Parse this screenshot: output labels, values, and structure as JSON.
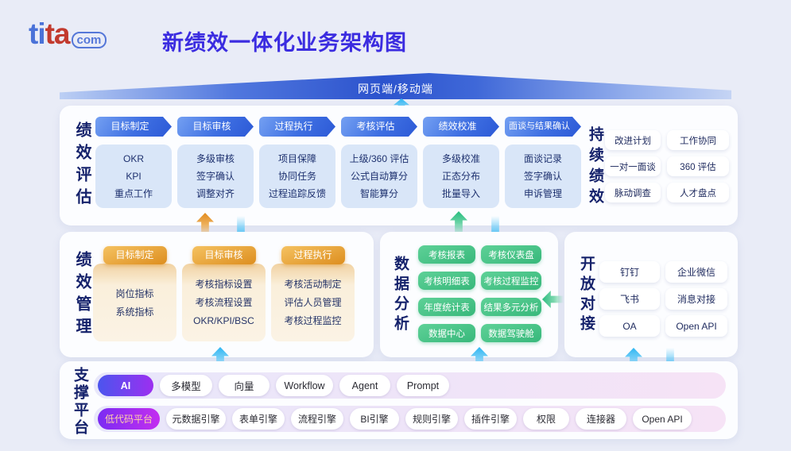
{
  "header": {
    "logo_ti": "ti",
    "logo_ta": "ta",
    "logo_com": "com",
    "title": "新绩效一体化业务架构图"
  },
  "banner": {
    "label": "网页端/移动端"
  },
  "evaluation": {
    "label": "绩效评估",
    "stages": [
      {
        "name": "目标制定",
        "items": [
          "OKR",
          "KPI",
          "重点工作"
        ]
      },
      {
        "name": "目标审核",
        "items": [
          "多级审核",
          "签字确认",
          "调整对齐"
        ]
      },
      {
        "name": "过程执行",
        "items": [
          "项目保障",
          "协同任务",
          "过程追踪反馈"
        ]
      },
      {
        "name": "考核评估",
        "items": [
          "上级/360 评估",
          "公式自动算分",
          "智能算分"
        ]
      },
      {
        "name": "绩效校准",
        "items": [
          "多级校准",
          "正态分布",
          "批量导入"
        ]
      },
      {
        "name": "面谈与结果确认",
        "items": [
          "面谈记录",
          "签字确认",
          "申诉管理"
        ]
      }
    ]
  },
  "continuous": {
    "label": "持续绩效",
    "items": [
      "改进计划",
      "工作协同",
      "一对一面谈",
      "360 评估",
      "脉动调查",
      "人才盘点"
    ]
  },
  "management": {
    "label": "绩效管理",
    "groups": [
      {
        "name": "目标制定",
        "items": [
          "岗位指标",
          "系统指标"
        ]
      },
      {
        "name": "目标审核",
        "items": [
          "考核指标设置",
          "考核流程设置",
          "OKR/KPI/BSC"
        ]
      },
      {
        "name": "过程执行",
        "items": [
          "考核活动制定",
          "评估人员管理",
          "考核过程监控"
        ]
      }
    ]
  },
  "analytics": {
    "label": "数据分析",
    "items": [
      "考核报表",
      "考核仪表盘",
      "考核明细表",
      "考核过程监控",
      "年度统计表",
      "结果多元分析",
      "数据中心",
      "数据驾驶舱"
    ]
  },
  "integration": {
    "label": "开放对接",
    "items": [
      "钉钉",
      "企业微信",
      "飞书",
      "消息对接",
      "OA",
      "Open API"
    ]
  },
  "platform": {
    "label": "支撑平台",
    "row1_highlight": "AI",
    "row1_items": [
      "多模型",
      "向量",
      "Workflow",
      "Agent",
      "Prompt"
    ],
    "row2_highlight": "低代码平台",
    "row2_items": [
      "元数据引擎",
      "表单引擎",
      "流程引擎",
      "BI引擎",
      "规则引擎",
      "插件引擎",
      "权限",
      "连接器",
      "Open API"
    ]
  },
  "colors": {
    "title": "#3b2ce0",
    "banner_blue": "#2c53cd",
    "stage_arrow_blue": "#3e6fe2",
    "stage_card_blue": "#d9e6f8",
    "orange_tab": "#dd8e1f",
    "cream_body": "#fbf3e5",
    "green_pill": "#38b87b",
    "ai_pill_gradient": [
      "#4b55ee",
      "#9c2ff0"
    ],
    "lowcode_pill_gradient": [
      "#7b2cf2",
      "#c32ef0"
    ],
    "lowcode_text": "#ffd2a6",
    "navy_text": "#15226b",
    "background": "#e9ecf7"
  }
}
